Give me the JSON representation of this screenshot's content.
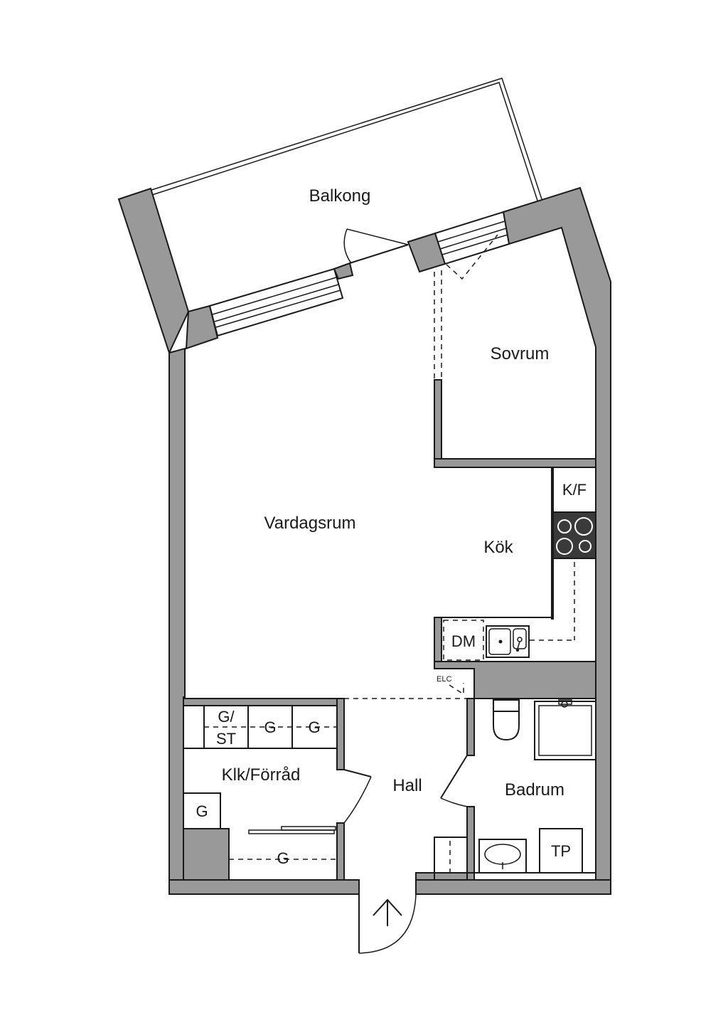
{
  "rooms": {
    "balcony": "Balkong",
    "bedroom": "Sovrum",
    "living": "Vardagsrum",
    "kitchen": "Kök",
    "closet": "Klk/Förråd",
    "hall": "Hall",
    "bathroom": "Badrum"
  },
  "fixtures": {
    "fridge_freezer": "K/F",
    "dishwasher": "DM",
    "electrical_cabinet": "ELC",
    "wardrobe_drying_line1": "G/",
    "wardrobe_drying_line2": "ST",
    "wardrobe": "G",
    "toilet": "TP"
  },
  "colors": {
    "wall": "#999999",
    "line": "#1a1a1a",
    "background": "#ffffff"
  }
}
